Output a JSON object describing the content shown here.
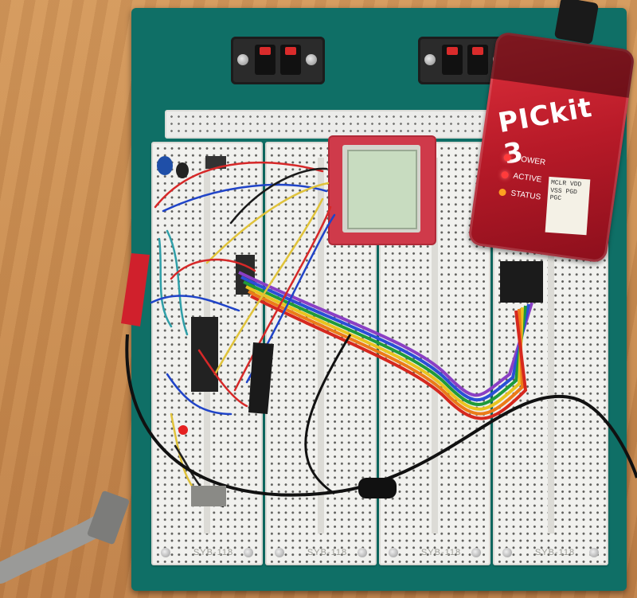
{
  "breadboard_labels": [
    "SYB-118",
    "SYB-118",
    "SYB-118",
    "SYB-118"
  ],
  "programmer": {
    "brand": "PICkit 3",
    "led_labels": [
      "POWER",
      "ACTIVE",
      "STATUS"
    ],
    "note_text": "MCLR VDD VSS PGD PGC"
  },
  "colors": {
    "board": "#0f6f66",
    "breadboard": "#f1f1ee",
    "programmer": "#c21e2c",
    "lcd_pcb": "#cf3a4a"
  }
}
